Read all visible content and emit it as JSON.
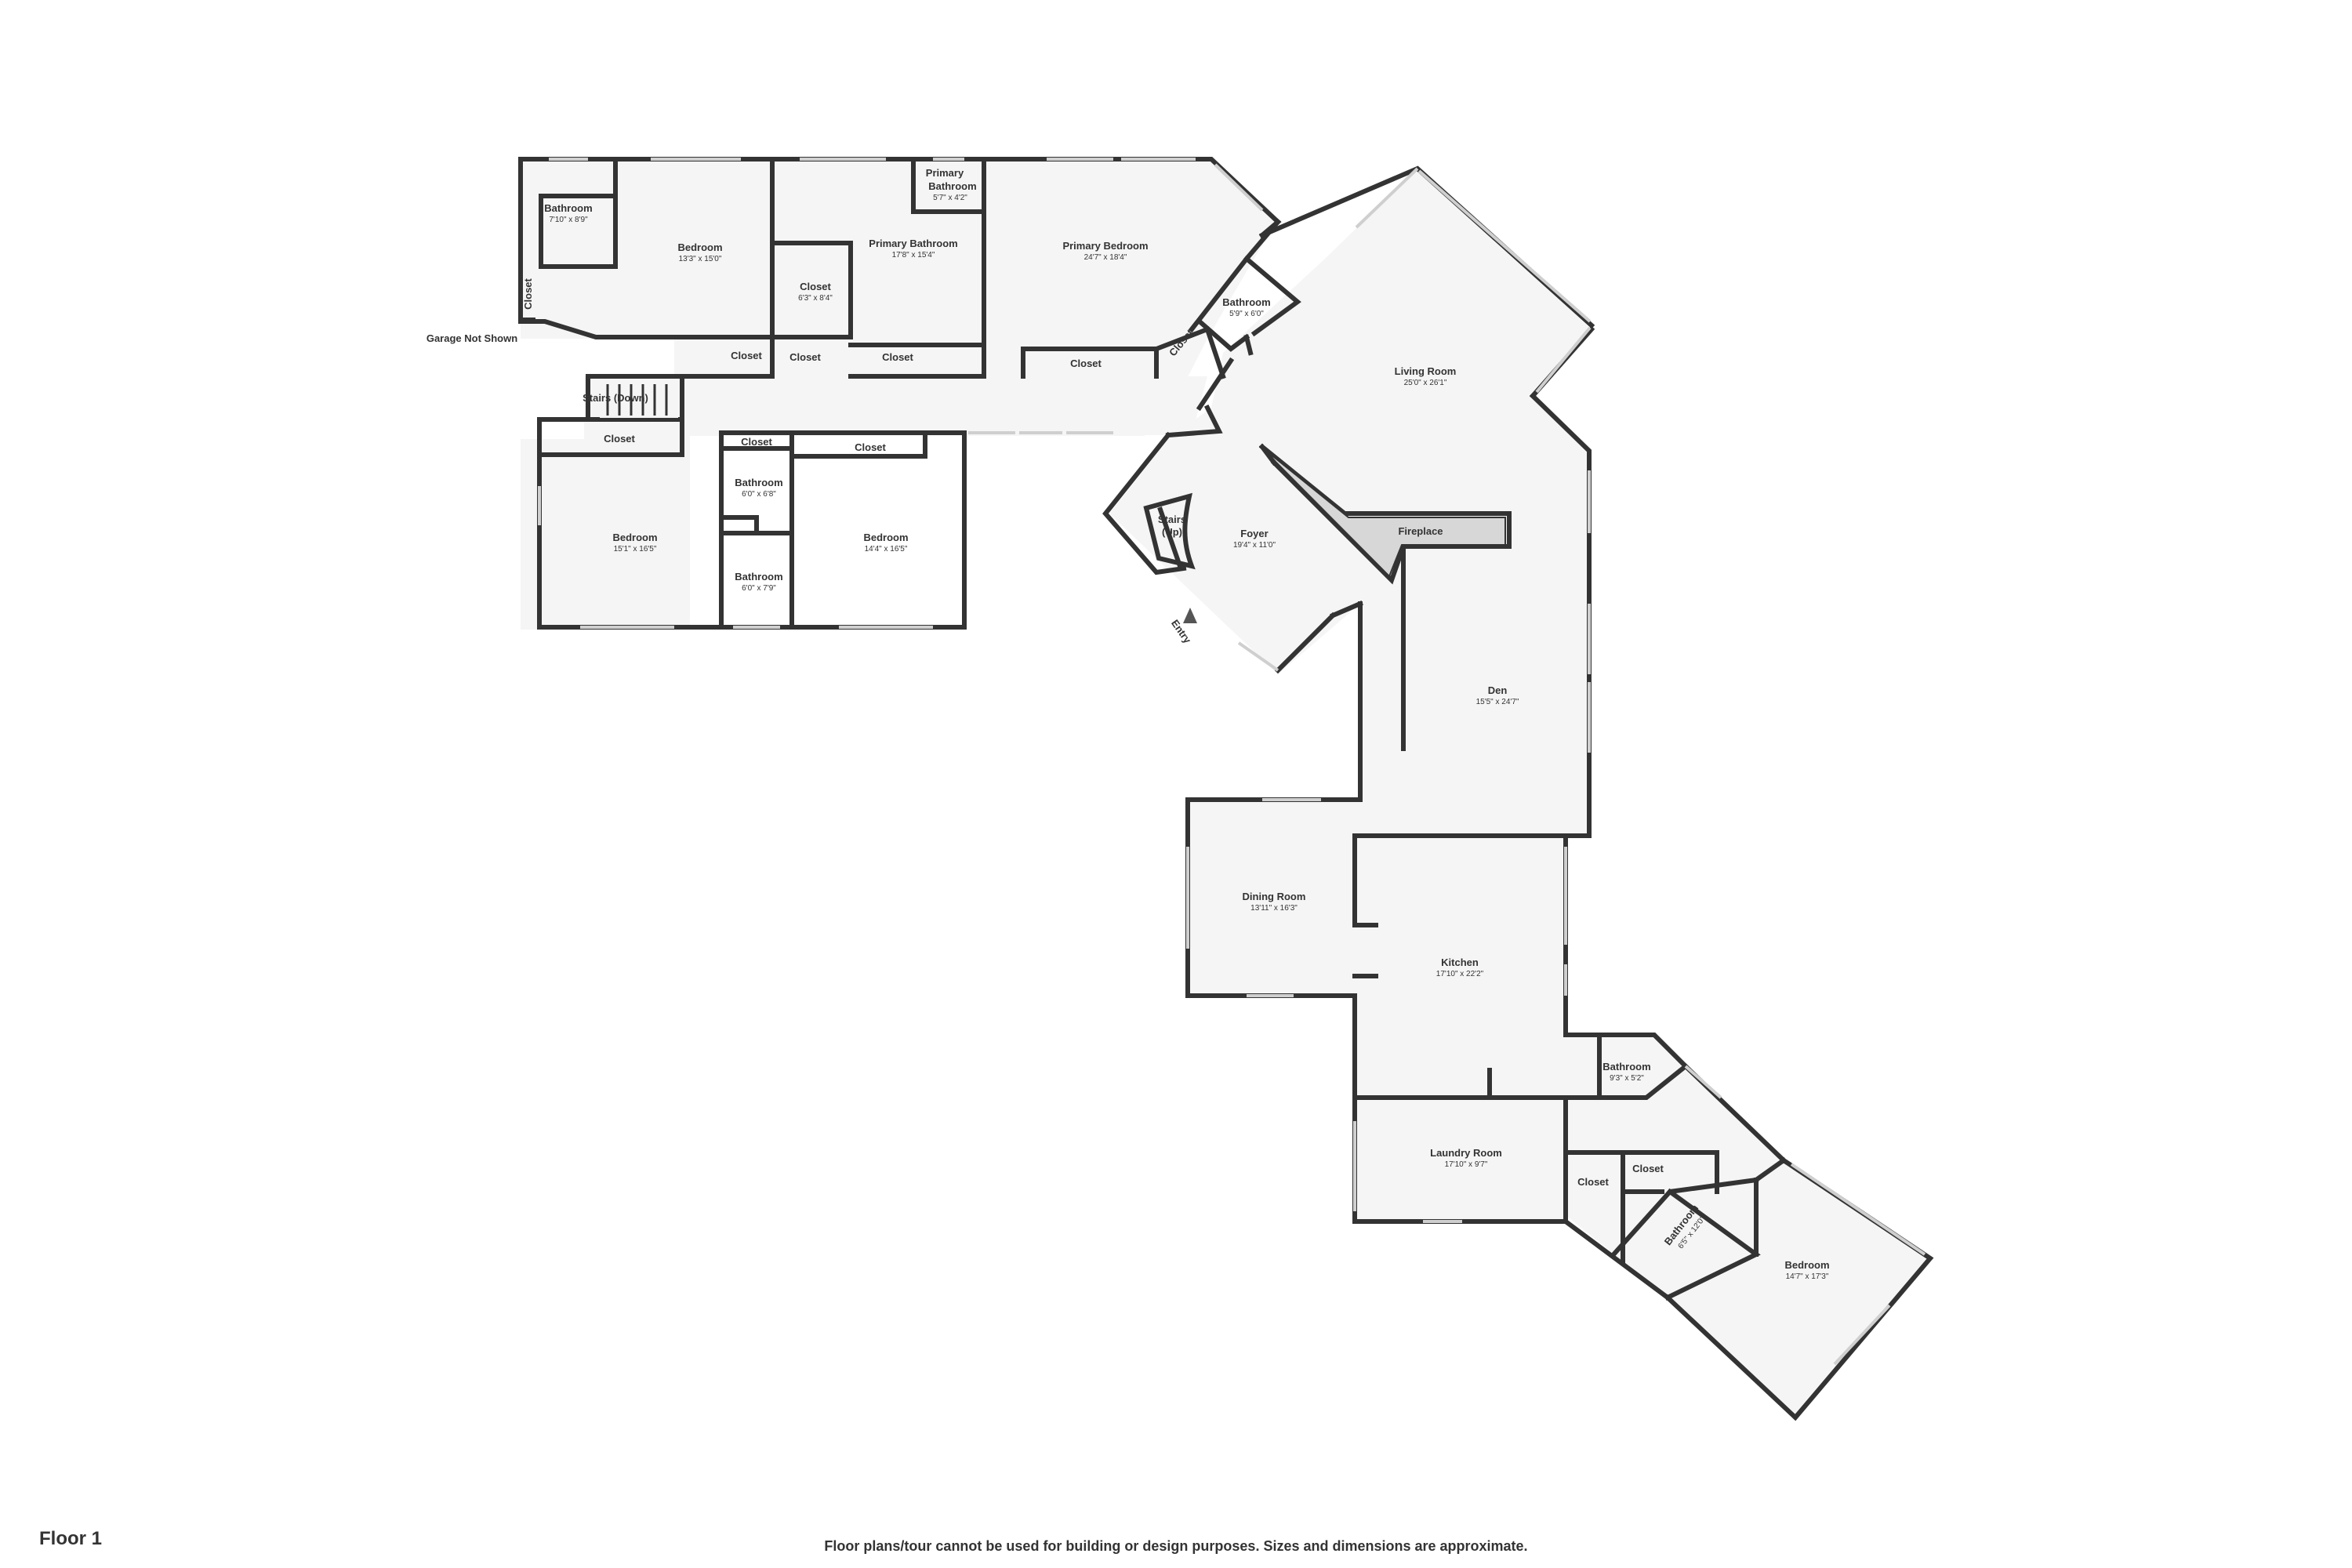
{
  "floor_label": "Floor 1",
  "disclaimer": "Floor plans/tour cannot be used for building or design purposes. Sizes and dimensions are approximate.",
  "garage_note": "Garage Not Shown",
  "entry_label": "Entry",
  "fireplace_label": "Fireplace",
  "rooms": {
    "bathroom_nw": {
      "name": "Bathroom",
      "dim": "7'10\" x 8'9\""
    },
    "bedroom_nw": {
      "name": "Bedroom",
      "dim": "13'3\" x 15'0\""
    },
    "primary_bathroom": {
      "name": "Primary Bathroom",
      "dim": "17'8\" x 15'4\""
    },
    "primary_bathroom_small": {
      "name": "Primary Bathroom",
      "dim": "5'7\" x 4'2\""
    },
    "primary_bedroom": {
      "name": "Primary Bedroom",
      "dim": "24'7\" x 18'4\""
    },
    "closet_pb": {
      "name": "Closet",
      "dim": "6'3\" x 8'4\""
    },
    "bathroom_pb": {
      "name": "Bathroom",
      "dim": "5'9\" x 6'0\""
    },
    "living_room": {
      "name": "Living Room",
      "dim": "25'0\" x 26'1\""
    },
    "stairs_down": {
      "name": "Stairs (Down)"
    },
    "bedroom_sw": {
      "name": "Bedroom",
      "dim": "15'1\" x 16'5\""
    },
    "bathroom_mid_top": {
      "name": "Bathroom",
      "dim": "6'0\" x 6'8\""
    },
    "bathroom_mid_bot": {
      "name": "Bathroom",
      "dim": "6'0\" x 7'9\""
    },
    "bedroom_mid": {
      "name": "Bedroom",
      "dim": "14'4\" x 16'5\""
    },
    "foyer": {
      "name": "Foyer",
      "dim": "19'4\" x 11'0\""
    },
    "stairs_up": {
      "name": "Stairs (Up)"
    },
    "den": {
      "name": "Den",
      "dim": "15'5\" x 24'7\""
    },
    "dining_room": {
      "name": "Dining Room",
      "dim": "13'11\" x 16'3\""
    },
    "kitchen": {
      "name": "Kitchen",
      "dim": "17'10\" x 22'2\""
    },
    "laundry_room": {
      "name": "Laundry Room",
      "dim": "17'10\" x 9'7\""
    },
    "bathroom_se_top": {
      "name": "Bathroom",
      "dim": "9'3\" x 5'2\""
    },
    "bathroom_se": {
      "name": "Bathroom",
      "dim": "6'5\" x 12'0\""
    },
    "bedroom_se": {
      "name": "Bedroom",
      "dim": "14'7\" x 17'3\""
    }
  },
  "closets": {
    "label": "Closet"
  }
}
